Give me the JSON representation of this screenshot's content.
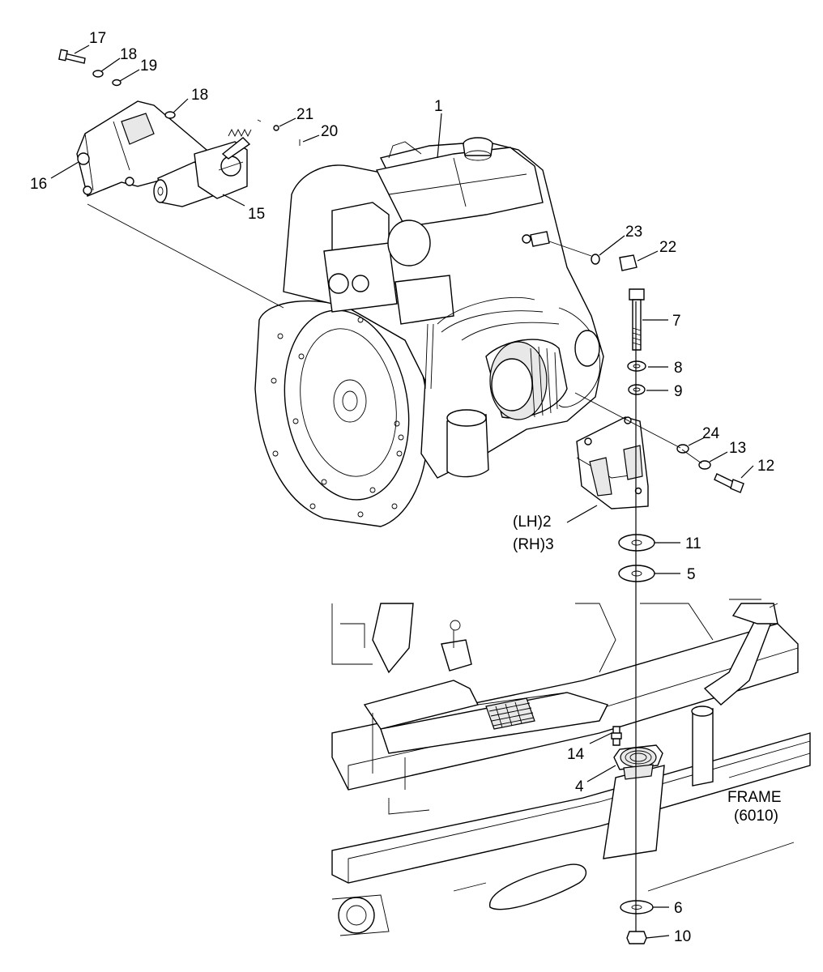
{
  "callouts": [
    {
      "id": "1",
      "text": "1"
    },
    {
      "id": "2",
      "text": "(LH)2"
    },
    {
      "id": "3",
      "text": "(RH)3"
    },
    {
      "id": "4",
      "text": "4"
    },
    {
      "id": "5",
      "text": "5"
    },
    {
      "id": "6",
      "text": "6"
    },
    {
      "id": "7",
      "text": "7"
    },
    {
      "id": "8",
      "text": "8"
    },
    {
      "id": "9",
      "text": "9"
    },
    {
      "id": "10",
      "text": "10"
    },
    {
      "id": "11",
      "text": "11"
    },
    {
      "id": "12",
      "text": "12"
    },
    {
      "id": "13",
      "text": "13"
    },
    {
      "id": "14",
      "text": "14"
    },
    {
      "id": "15",
      "text": "15"
    },
    {
      "id": "16",
      "text": "16"
    },
    {
      "id": "17",
      "text": "17"
    },
    {
      "id": "18a",
      "text": "18"
    },
    {
      "id": "18b",
      "text": "18"
    },
    {
      "id": "19",
      "text": "19"
    },
    {
      "id": "20",
      "text": "20"
    },
    {
      "id": "21",
      "text": "21"
    },
    {
      "id": "22",
      "text": "22"
    },
    {
      "id": "23",
      "text": "23"
    },
    {
      "id": "24",
      "text": "24"
    }
  ],
  "frame_ref": {
    "line1": "FRAME",
    "line2": "(6010)"
  }
}
